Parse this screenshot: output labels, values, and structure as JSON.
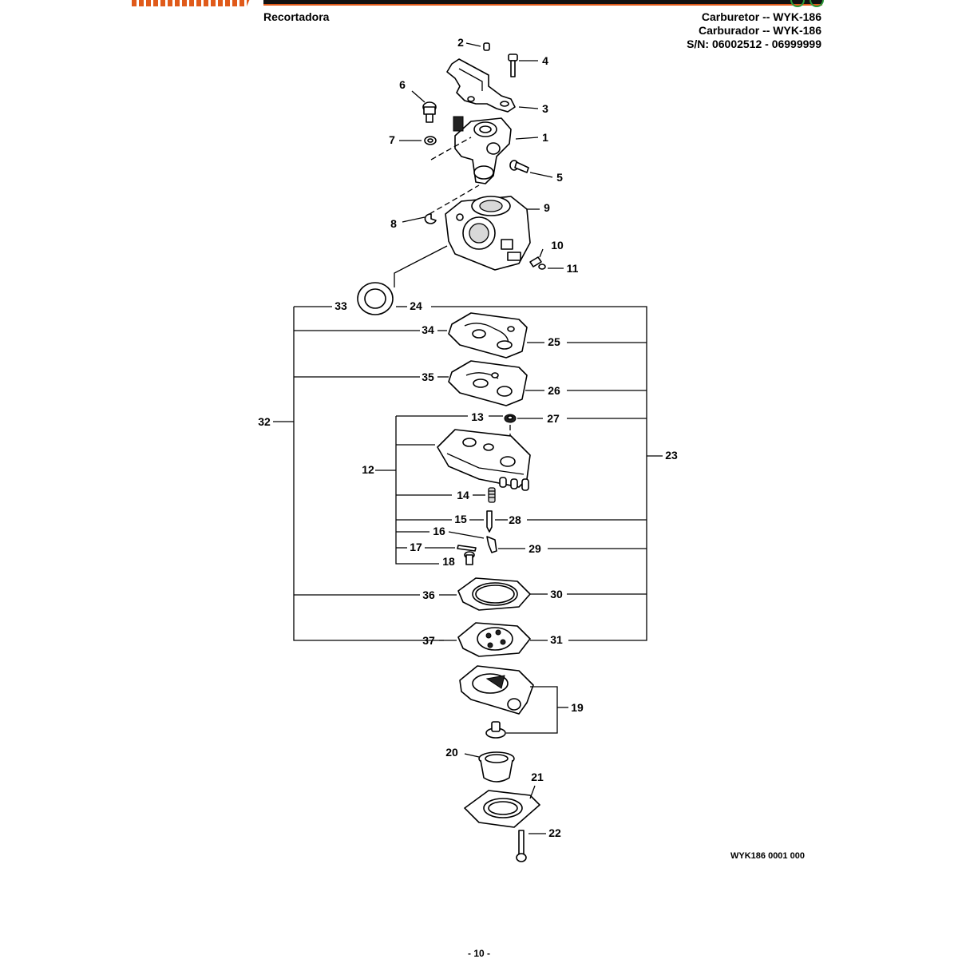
{
  "header": {
    "product": "Recortadora",
    "title_lines": [
      "Carburetor -- WYK-186",
      "Carburador -- WYK-186",
      "S/N: 06002512 - 06999999"
    ]
  },
  "brand": {
    "logo": "echo-logo",
    "accent_color": "#e05a1a",
    "secondary_color": "#2a9a3a"
  },
  "callouts": {
    "n1": "1",
    "n2": "2",
    "n3": "3",
    "n4": "4",
    "n5": "5",
    "n6": "6",
    "n7": "7",
    "n8": "8",
    "n9": "9",
    "n10": "10",
    "n11": "11",
    "n12": "12",
    "n13": "13",
    "n14": "14",
    "n15": "15",
    "n16": "16",
    "n17": "17",
    "n18": "18",
    "n19": "19",
    "n20": "20",
    "n21": "21",
    "n22": "22",
    "n23": "23",
    "n24": "24",
    "n25": "25",
    "n26": "26",
    "n27": "27",
    "n28": "28",
    "n29": "29",
    "n30": "30",
    "n31": "31",
    "n32": "32",
    "n33": "33",
    "n34": "34",
    "n35": "35",
    "n36": "36",
    "n37": "37"
  },
  "footer": {
    "figure_ref": "WYK186 0001 000",
    "page_number": "- 10 -"
  }
}
